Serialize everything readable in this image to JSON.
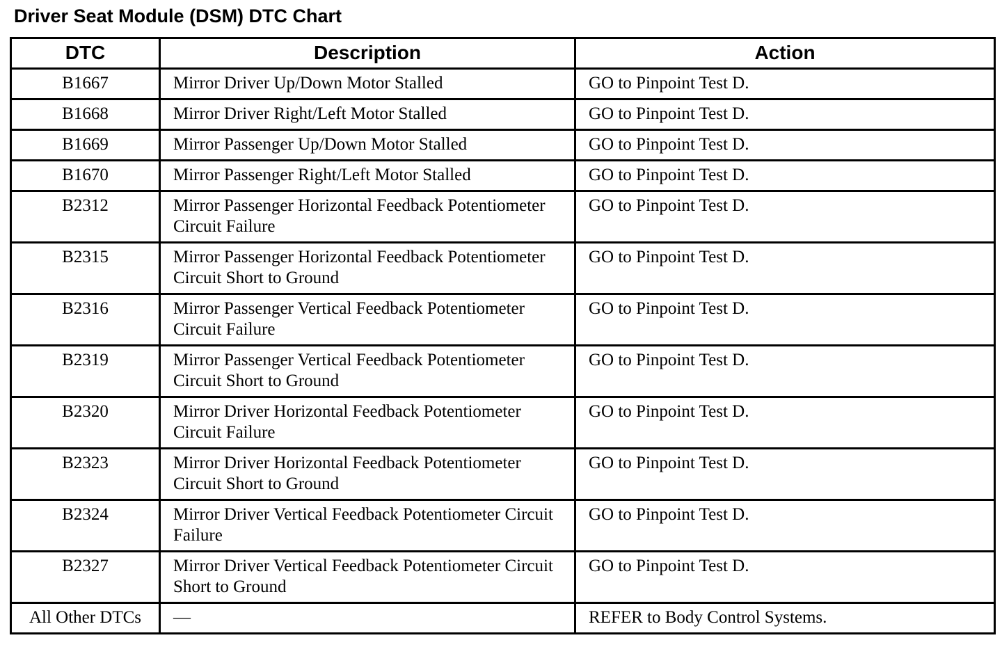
{
  "title": "Driver Seat Module (DSM) DTC Chart",
  "table": {
    "headers": [
      "DTC",
      "Description",
      "Action"
    ],
    "rows": [
      {
        "dtc": "B1667",
        "description": "Mirror Driver Up/Down Motor Stalled",
        "action": "GO to Pinpoint Test D."
      },
      {
        "dtc": "B1668",
        "description": "Mirror Driver Right/Left Motor Stalled",
        "action": "GO to Pinpoint Test D."
      },
      {
        "dtc": "B1669",
        "description": "Mirror Passenger Up/Down Motor Stalled",
        "action": "GO to Pinpoint Test D."
      },
      {
        "dtc": "B1670",
        "description": "Mirror Passenger Right/Left Motor Stalled",
        "action": "GO to Pinpoint Test D."
      },
      {
        "dtc": "B2312",
        "description": "Mirror Passenger Horizontal Feedback Potentiometer Circuit Failure",
        "action": "GO to Pinpoint Test D."
      },
      {
        "dtc": "B2315",
        "description": "Mirror Passenger Horizontal Feedback Potentiometer Circuit Short to Ground",
        "action": "GO to Pinpoint Test D."
      },
      {
        "dtc": "B2316",
        "description": "Mirror Passenger Vertical Feedback Potentiometer Circuit Failure",
        "action": "GO to Pinpoint Test D."
      },
      {
        "dtc": "B2319",
        "description": "Mirror Passenger Vertical Feedback Potentiometer Circuit Short to Ground",
        "action": "GO to Pinpoint Test D."
      },
      {
        "dtc": "B2320",
        "description": "Mirror Driver Horizontal Feedback Potentiometer Circuit Failure",
        "action": "GO to Pinpoint Test D."
      },
      {
        "dtc": "B2323",
        "description": "Mirror Driver Horizontal Feedback Potentiometer Circuit Short to Ground",
        "action": "GO to Pinpoint Test D."
      },
      {
        "dtc": "B2324",
        "description": "Mirror Driver Vertical Feedback Potentiometer Circuit Failure",
        "action": "GO to Pinpoint Test D."
      },
      {
        "dtc": "B2327",
        "description": "Mirror Driver Vertical Feedback Potentiometer Circuit Short to Ground",
        "action": "GO to Pinpoint Test D."
      },
      {
        "dtc": "All Other DTCs",
        "description": "—",
        "action": "REFER to Body Control Systems."
      }
    ]
  }
}
